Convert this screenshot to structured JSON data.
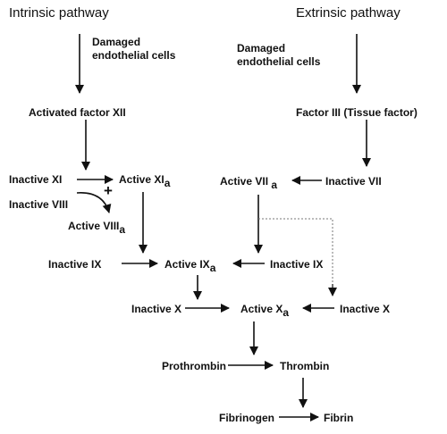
{
  "headers": {
    "intrinsic": "Intrinsic pathway",
    "extrinsic": "Extrinsic pathway"
  },
  "intrinsic": {
    "damaged_line1": "Damaged",
    "damaged_line2": "endothelial cells",
    "activated_xii": "Activated factor XII",
    "inactive_xi": "Inactive XI",
    "active_xi": "Active XI",
    "active_xi_sub": "a",
    "plus": "+",
    "inactive_viii": "Inactive VIII",
    "active_viii": "Active VIII",
    "active_viii_sub": "a",
    "inactive_ix": "Inactive IX"
  },
  "extrinsic": {
    "damaged_line1": "Damaged",
    "damaged_line2": "endothelial cells",
    "factor_iii": "Factor III (Tissue factor)",
    "inactive_vii": "Inactive VII",
    "active_vii": "Active VII",
    "active_vii_sub": "a",
    "inactive_ix": "Inactive IX"
  },
  "common": {
    "active_ix": "Active IX",
    "active_ix_sub": "a",
    "inactive_x_left": "Inactive X",
    "active_x": "Active X",
    "active_x_sub": "a",
    "inactive_x_right": "Inactive X",
    "prothrombin": "Prothrombin",
    "thrombin": "Thrombin",
    "fibrinogen": "Fibrinogen",
    "fibrin": "Fibrin"
  },
  "colors": {
    "ink": "#111111",
    "dotted": "#777777"
  }
}
